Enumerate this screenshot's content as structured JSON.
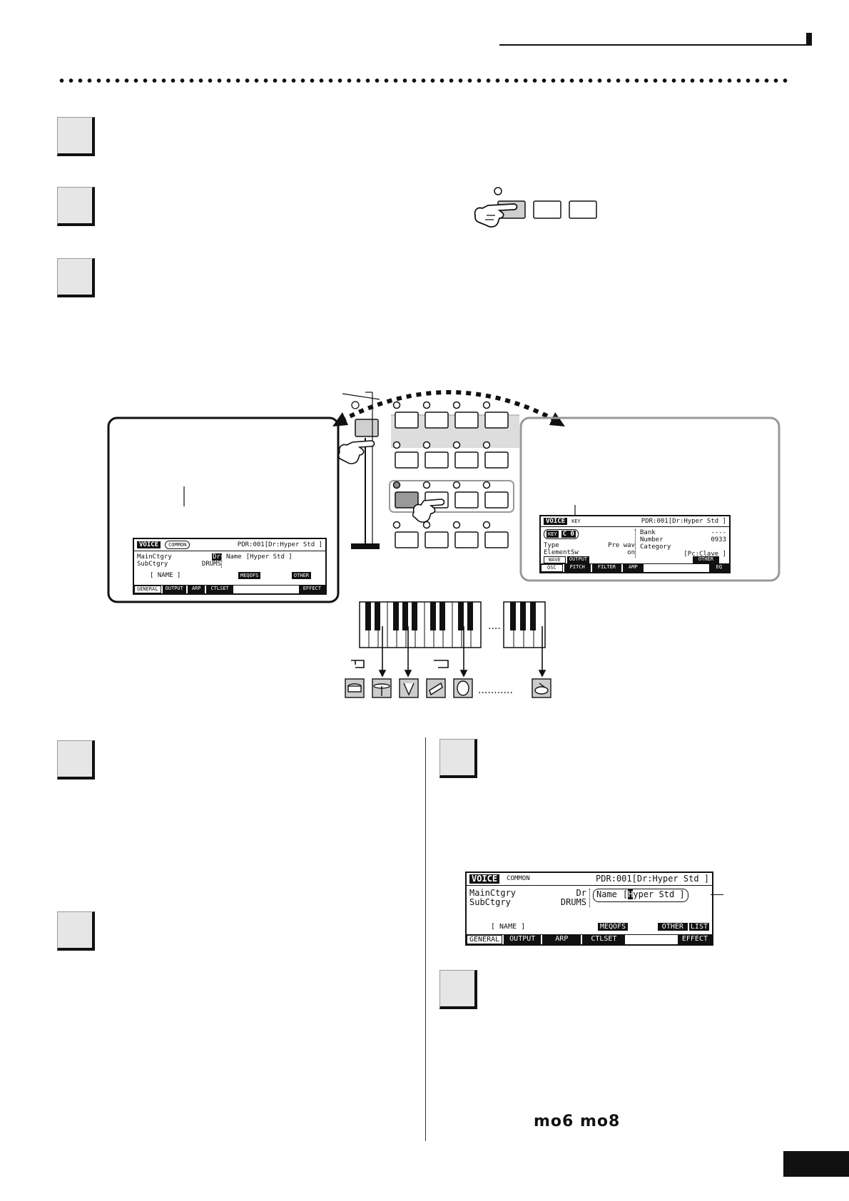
{
  "footer": {
    "brand": "mo6 mo8"
  },
  "steps": [
    {
      "id": "step-1"
    },
    {
      "id": "step-2"
    },
    {
      "id": "step-3"
    },
    {
      "id": "step-4"
    },
    {
      "id": "step-5"
    },
    {
      "id": "step-6"
    },
    {
      "id": "step-7"
    }
  ],
  "lcd_common": {
    "mode": "VOICE",
    "tab": "COMMON",
    "header": "PDR:001[Dr:Hyper Std ]",
    "mainctgry_label": "MainCtgry",
    "mainctgry_value": "Dr",
    "subctgry_label": "SubCtgry",
    "subctgry_value": "DRUMS",
    "name_label": "Name",
    "name_value": "[Hyper Std ]",
    "bracket_name": "[ NAME ]",
    "soft_top": [
      "MEQOFS",
      "OTHER"
    ],
    "tabs": [
      "GENERAL",
      "OUTPUT",
      "ARP",
      "CTLSET",
      "EFFECT"
    ]
  },
  "lcd_key": {
    "mode": "VOICE",
    "tab": "KEY",
    "header": "PDR:001[Dr:Hyper Std ]",
    "key_badge": "KEY",
    "key_value": "C 0",
    "type_label": "Type",
    "type_value": "Pre wav",
    "elementsw_label": "ElementSw",
    "elementsw_value": "on",
    "bank_label": "Bank",
    "bank_value": "----",
    "number_label": "Number",
    "number_value": "0933",
    "category_label": "Category",
    "category_value": "[Pc:Clave  ]",
    "soft_top": [
      "WAVE",
      "OUTPUT",
      "OTHER"
    ],
    "tabs": [
      "OSC",
      "PITCH",
      "FILTER",
      "AMP",
      "EQ"
    ]
  },
  "lcd_name": {
    "mode": "VOICE",
    "tab": "COMMON",
    "header": "PDR:001[Dr:Hyper Std ]",
    "mainctgry_label": "MainCtgry",
    "mainctgry_value": "Dr",
    "subctgry_label": "SubCtgry",
    "subctgry_value": "DRUMS",
    "name_label": "Name",
    "name_bracket_open": "[",
    "name_cursor": "H",
    "name_rest": "yper Std ]",
    "bracket_name": "[ NAME ]",
    "soft_top": [
      "MEQOFS",
      "OTHER",
      "LIST"
    ],
    "tabs": [
      "GENERAL",
      "OUTPUT",
      "ARP",
      "CTLSET",
      "EFFECT"
    ]
  }
}
